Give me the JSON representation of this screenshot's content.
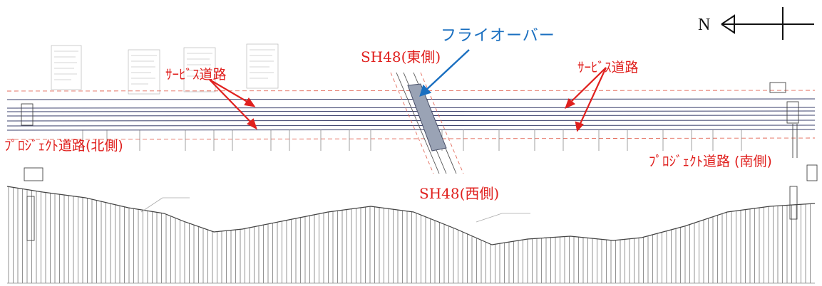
{
  "compass": {
    "north_letter": "N"
  },
  "labels": {
    "flyover": "フライオーバー",
    "sh48_east": "SH48(東側)",
    "sh48_west": "SH48(西側)",
    "service_road_left": "ｻｰﾋﾞｽ道路",
    "service_road_right": "ｻｰﾋﾞｽ道路",
    "project_road_north": "ﾌﾟﾛｼﾞｪｸﾄ道路(北側)",
    "project_road_south": "ﾌﾟﾛｼﾞｪｸﾄ道路 (南側)"
  },
  "colors": {
    "annotation_red": "#e0201e",
    "annotation_blue": "#1a6fc0",
    "flyover_fill": "#9aa3b5",
    "road_line": "#3a3f6b",
    "boundary_red": "#e36a5a",
    "profile_line": "#555555"
  }
}
